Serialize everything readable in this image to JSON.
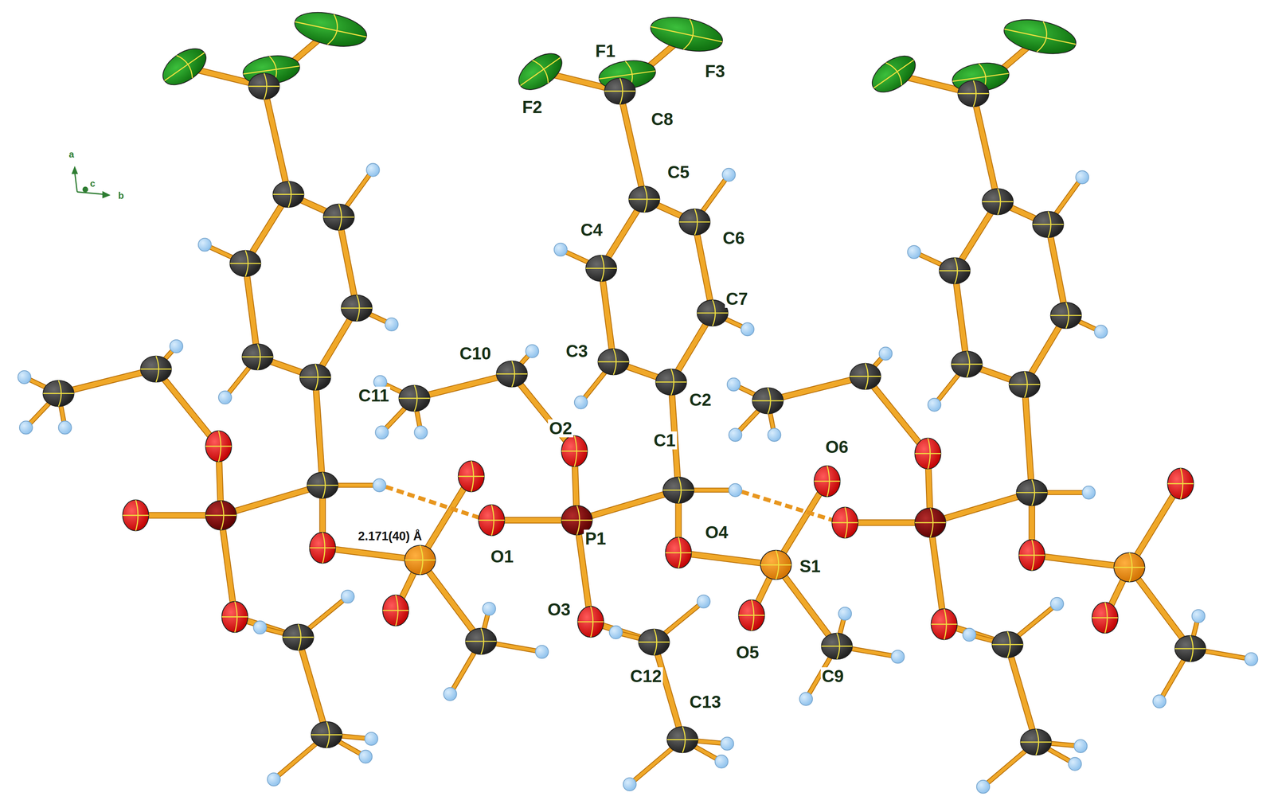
{
  "diagram": {
    "labels": [
      "F1",
      "F3",
      "F2",
      "C8",
      "C5",
      "C4",
      "C6",
      "C7",
      "C10",
      "C3",
      "C11",
      "C2",
      "O2",
      "C1",
      "O6",
      "2.171(40) Å",
      "O1",
      "P1",
      "O4",
      "S1",
      "O3",
      "O5",
      "C12",
      "C9",
      "C13",
      "a",
      "c",
      "b"
    ]
  }
}
